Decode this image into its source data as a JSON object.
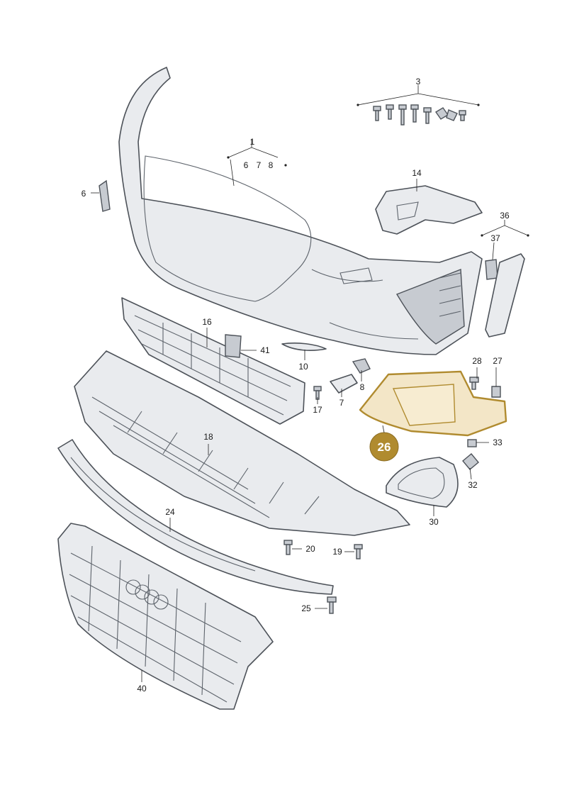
{
  "callouts": {
    "c1": "1",
    "c3": "3",
    "c6": "6",
    "c6b": "6",
    "c7": "7",
    "c7b": "7",
    "c8": "8",
    "c8b": "8",
    "c10": "10",
    "c14": "14",
    "c16": "16",
    "c17": "17",
    "c18": "18",
    "c19": "19",
    "c20": "20",
    "c24": "24",
    "c25": "25",
    "c27": "27",
    "c28": "28",
    "c30": "30",
    "c32": "32",
    "c33": "33",
    "c36": "36",
    "c37": "37",
    "c40": "40",
    "c41": "41"
  },
  "highlight": {
    "label": "26",
    "color": "#b08b2f"
  },
  "icons": {
    "fastener": "bolt-icon",
    "badge": "highlight-badge"
  }
}
